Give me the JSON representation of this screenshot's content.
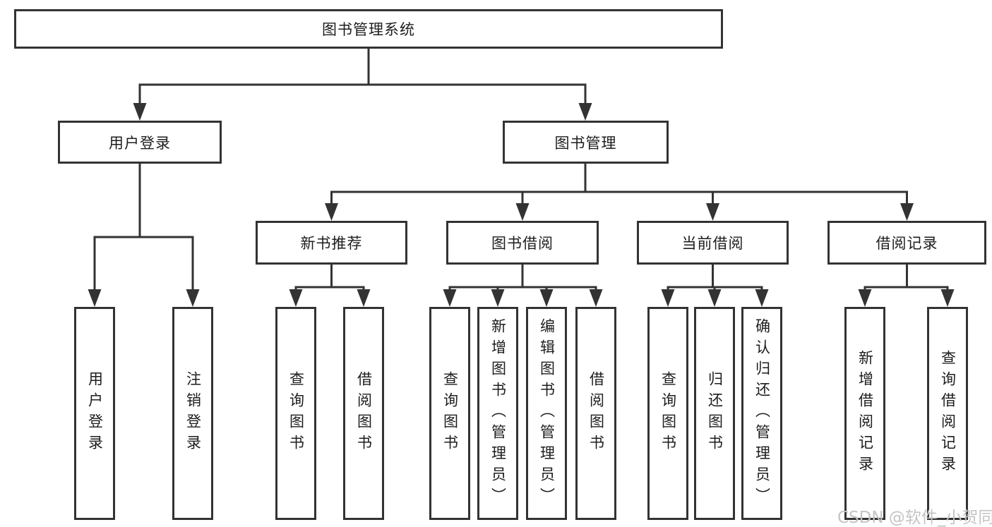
{
  "colors": {
    "line": "#333333",
    "text": "#1d1d1d",
    "box_background": "#ffffff",
    "watermark": "#c4c4c4"
  },
  "watermark": {
    "text": "CSDN @软件_小贺同学"
  },
  "tree": {
    "root": {
      "label": "图书管理系统",
      "children": [
        {
          "label": "用户登录",
          "children": [
            {
              "label": "用户登录"
            },
            {
              "label": "注销登录"
            }
          ]
        },
        {
          "label": "图书管理",
          "children": [
            {
              "label": "新书推荐",
              "children": [
                {
                  "label": "查询图书"
                },
                {
                  "label": "借阅图书"
                }
              ]
            },
            {
              "label": "图书借阅",
              "children": [
                {
                  "label": "查询图书"
                },
                {
                  "label": "新增图书（管理员）"
                },
                {
                  "label": "编辑图书（管理员）"
                },
                {
                  "label": "借阅图书"
                }
              ]
            },
            {
              "label": "当前借阅",
              "children": [
                {
                  "label": "查询图书"
                },
                {
                  "label": "归还图书"
                },
                {
                  "label": "确认归还（管理员）"
                }
              ]
            },
            {
              "label": "借阅记录",
              "children": [
                {
                  "label": "新增借阅记录"
                },
                {
                  "label": "查询借阅记录"
                }
              ]
            }
          ]
        }
      ]
    }
  }
}
